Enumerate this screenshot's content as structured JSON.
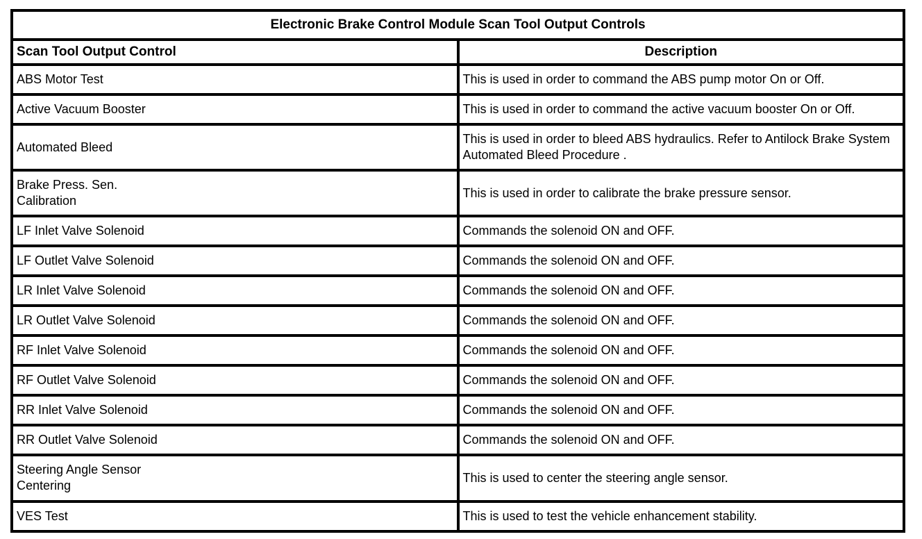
{
  "table": {
    "title": "Electronic Brake Control Module Scan Tool Output Controls",
    "columns": [
      "Scan Tool Output Control",
      "Description"
    ],
    "rows": [
      {
        "control": "ABS Motor Test",
        "description": "This is used in order to command the ABS pump motor On or Off."
      },
      {
        "control": "Active Vacuum Booster",
        "description": "This is used in order to command the active vacuum booster On or Off."
      },
      {
        "control": "Automated Bleed",
        "description": "This is used in order to bleed ABS hydraulics. Refer to Antilock Brake System\nAutomated Bleed Procedure ."
      },
      {
        "control": "Brake Press. Sen.\nCalibration",
        "description": "This is used in order to calibrate the brake pressure sensor."
      },
      {
        "control": "LF Inlet Valve Solenoid",
        "description": "Commands the solenoid ON and OFF."
      },
      {
        "control": "LF Outlet Valve Solenoid",
        "description": "Commands the solenoid ON and OFF."
      },
      {
        "control": "LR Inlet Valve Solenoid",
        "description": "Commands the solenoid ON and OFF."
      },
      {
        "control": "LR Outlet Valve Solenoid",
        "description": "Commands the solenoid ON and OFF."
      },
      {
        "control": "RF Inlet Valve Solenoid",
        "description": "Commands the solenoid ON and OFF."
      },
      {
        "control": "RF Outlet Valve Solenoid",
        "description": "Commands the solenoid ON and OFF."
      },
      {
        "control": "RR Inlet Valve Solenoid",
        "description": "Commands the solenoid ON and OFF."
      },
      {
        "control": "RR Outlet Valve Solenoid",
        "description": "Commands the solenoid ON and OFF."
      },
      {
        "control": "Steering Angle Sensor\nCentering",
        "description": "This is used to center the steering angle sensor."
      },
      {
        "control": "VES Test",
        "description": "This is used to test the vehicle enhancement stability."
      }
    ]
  },
  "colors": {
    "border": "#000000",
    "background": "#ffffff",
    "text": "#000000"
  }
}
